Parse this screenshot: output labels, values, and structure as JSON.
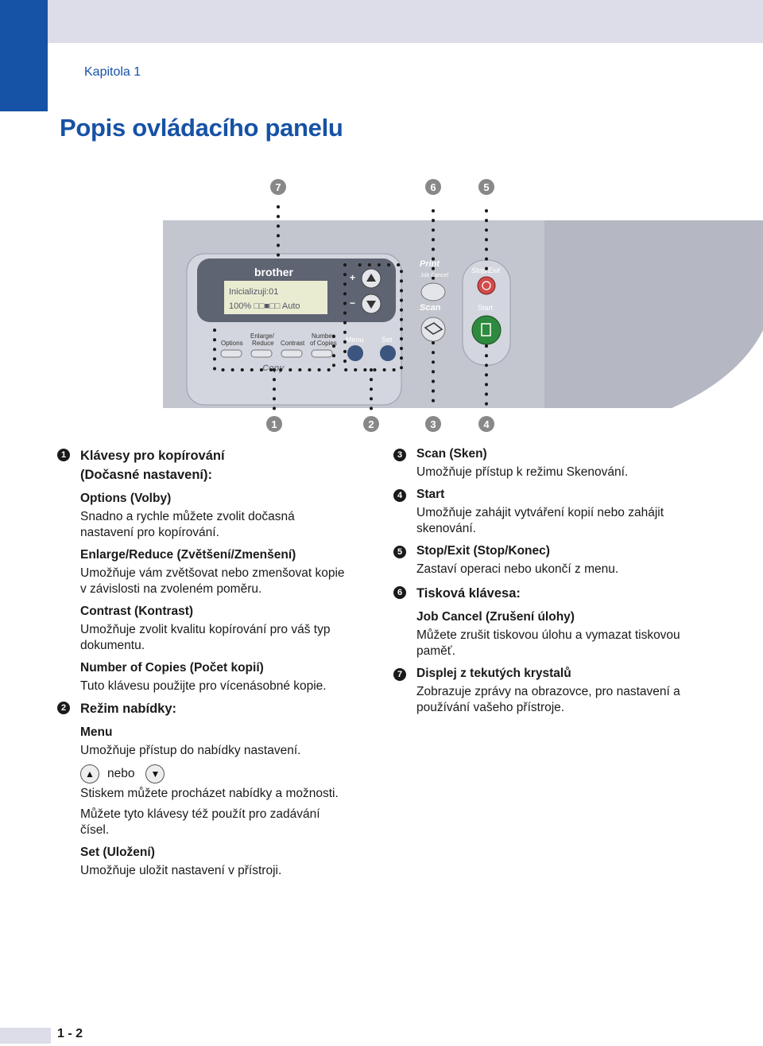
{
  "header": {
    "chapter": "Kapitola 1",
    "title": "Popis ovládacího panelu"
  },
  "figure": {
    "callouts": {
      "c1": "1",
      "c2": "2",
      "c3": "3",
      "c4": "4",
      "c5": "5",
      "c6": "6",
      "c7": "7"
    },
    "brand": "brother",
    "lcd_line1": "Inicializuji:01",
    "lcd_line2": "100%  □□■□□ Auto",
    "plus": "+",
    "minus": "−",
    "btn_options": "Options",
    "btn_enlarge1": "Enlarge/",
    "btn_enlarge2": "Reduce",
    "btn_contrast": "Contrast",
    "btn_copies1": "Number",
    "btn_copies2": "of Copies",
    "copy_label": "Copy",
    "menu_label": "Menu",
    "set_label": "Set",
    "print_label": "Print",
    "job_cancel_label": "Job Cancel",
    "scan_label": "Scan",
    "stop_label": "Stop/Exit",
    "start_label": "Start"
  },
  "left": {
    "i1": {
      "num": "1",
      "heading1": "Klávesy pro kopírování",
      "heading2": "(Dočasné nastavení):"
    },
    "options": {
      "title": "Options (Volby)",
      "desc": "Snadno a rychle můžete zvolit dočasná nastavení pro kopírování."
    },
    "enlarge": {
      "title": "Enlarge/Reduce (Zvětšení/Zmenšení)",
      "desc": "Umožňuje vám zvětšovat nebo zmenšovat kopie v závislosti na zvoleném poměru."
    },
    "contrast": {
      "title": "Contrast (Kontrast)",
      "desc": "Umožňuje zvolit kvalitu kopírování pro váš typ dokumentu."
    },
    "copies": {
      "title": "Number of Copies (Počet kopií)",
      "desc": "Tuto klávesu použijte pro vícenásobné kopie."
    },
    "i2": {
      "num": "2",
      "heading": "Režim nabídky:"
    },
    "menu": {
      "title": "Menu",
      "desc": "Umožňuje přístup do nabídky nastavení."
    },
    "arrows": {
      "up": "▲",
      "nebo": "nebo",
      "down": "▼",
      "desc1": "Stiskem můžete procházet nabídky a možnosti.",
      "desc2": "Můžete tyto klávesy též použít pro zadávání čísel."
    },
    "set": {
      "title": "Set (Uložení)",
      "desc": "Umožňuje uložit nastavení v přístroji."
    }
  },
  "right": {
    "i3": {
      "num": "3",
      "heading": "Scan (Sken)",
      "desc": "Umožňuje přístup k režimu Skenování."
    },
    "i4": {
      "num": "4",
      "heading": "Start",
      "desc": "Umožňuje zahájit vytváření kopií nebo zahájit skenování."
    },
    "i5": {
      "num": "5",
      "heading": "Stop/Exit (Stop/Konec)",
      "desc": "Zastaví operaci nebo ukončí z menu."
    },
    "i6": {
      "num": "6",
      "heading": "Tisková klávesa:",
      "sub": "Job Cancel (Zrušení úlohy)",
      "desc": "Můžete zrušit tiskovou úlohu a vymazat tiskovou paměť."
    },
    "i7": {
      "num": "7",
      "heading": "Displej z tekutých krystalů",
      "desc": "Zobrazuje zprávy na obrazovce, pro nastavení a používání vašeho přístroje."
    }
  },
  "footer": {
    "page": "1 - 2"
  },
  "colors": {
    "accent": "#1652a6",
    "panel": "#b9bcc6",
    "start_green": "#2e8a3e"
  }
}
